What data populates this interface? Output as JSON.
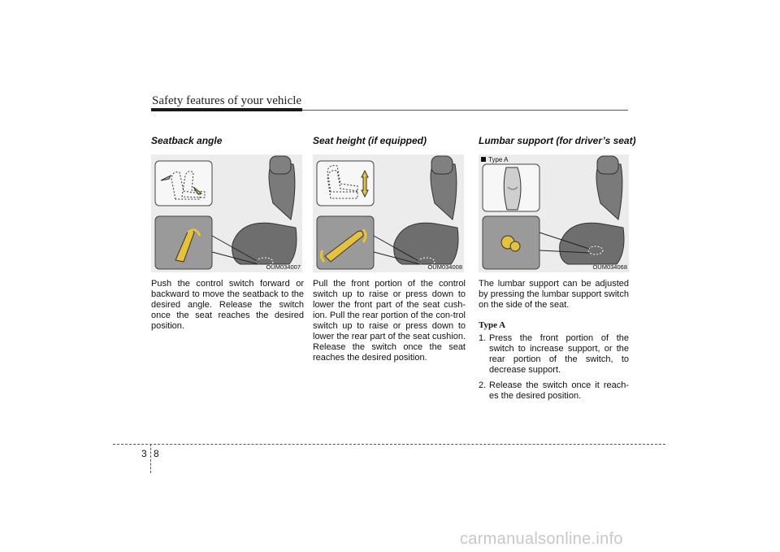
{
  "header": {
    "title": "Safety features of your vehicle"
  },
  "sections": [
    {
      "title": "Seatback angle",
      "figure_code": "OUM034007",
      "text": "Push the control switch forward or backward to move the seatback to the desired angle. Release the switch once the seat reaches the desired position."
    },
    {
      "title": "Seat height (if equipped)",
      "figure_code": "OUM034008",
      "text": "Pull the front portion of the control switch up to raise or press down to lower the front part of the seat cush-ion. Pull the rear portion of the con-trol switch up to raise or press down to lower the rear part of the seat cushion. Release the switch once the seat reaches the desired position."
    },
    {
      "title": "Lumbar support (for driver’s seat)",
      "figure_code": "OUM034068",
      "inset_label": "Type A",
      "text": "The lumbar support can be adjusted by pressing the lumbar support switch on the side of the seat.",
      "type_label": "Type A",
      "steps": [
        {
          "num": "1.",
          "text": "Press the front portion of the switch to increase support, or the rear portion of the switch, to decrease support."
        },
        {
          "num": "2.",
          "text": "Release the switch once it reach-es the desired position."
        }
      ]
    }
  ],
  "footer": {
    "chapter": "3",
    "page": "8"
  },
  "watermark": "carmanualsonline.info",
  "colors": {
    "highlight": "#e6c23a",
    "seat": "#7a7a7a",
    "panel": "#ececec"
  }
}
